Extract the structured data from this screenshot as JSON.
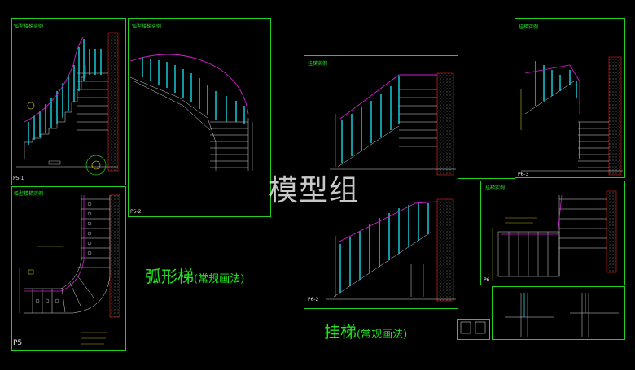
{
  "panels": {
    "a": {
      "title": "弧型楼梯实例",
      "code": "P5-1"
    },
    "b": {
      "title": "弧型楼梯实例",
      "code": "P5-2"
    },
    "c": {
      "title": "弧型楼梯实例",
      "code": "P5"
    },
    "d": {
      "title": "挂梯实例",
      "code": "P6-2"
    },
    "e": {
      "title": "挂梯实例",
      "code": "P6-3"
    },
    "f": {
      "title": "挂梯实例",
      "code": "P6"
    }
  },
  "captions": {
    "arc_main": "弧形梯",
    "arc_note": "(常规画法)",
    "hang_main": "挂梯",
    "hang_note": "(常规画法)"
  },
  "watermark": "模型组",
  "colors": {
    "frame": "#1fd01f",
    "rail": "#d020d0",
    "baluster": "#18d8e8",
    "steps": "#d8d8d8",
    "wall": "#e02020",
    "dim": "#e8e020"
  }
}
